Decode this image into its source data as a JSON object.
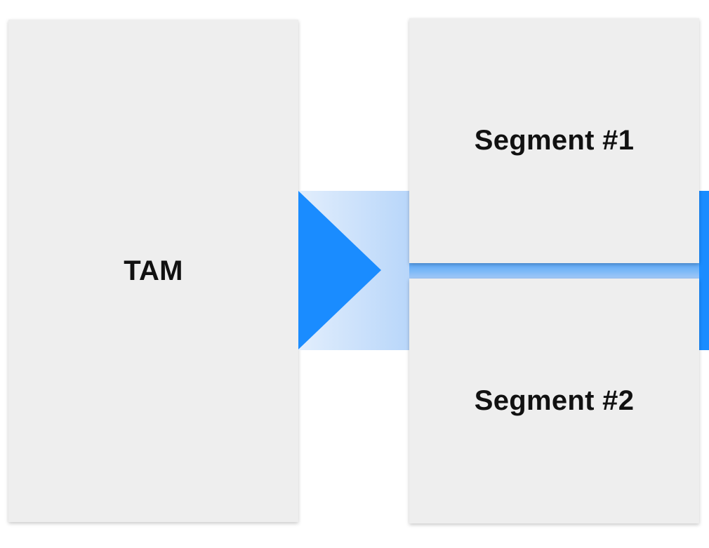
{
  "diagram": {
    "tam": {
      "label": "TAM"
    },
    "segments": [
      {
        "label": "Segment #1"
      },
      {
        "label": "Segment #2"
      }
    ]
  },
  "colors": {
    "box_fill": "#eeeeee",
    "arrow": "#1a8cff",
    "band_light": "#e2eefc",
    "band_dark": "#a3c9f7",
    "text": "#111111"
  }
}
